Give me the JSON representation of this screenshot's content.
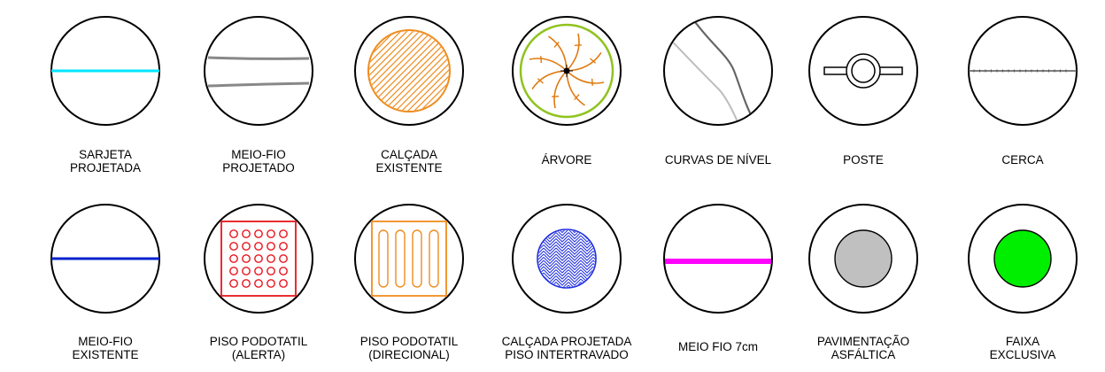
{
  "legend": {
    "rows": [
      [
        {
          "symbol": "sarjeta-projetada",
          "label": [
            "SARJETA",
            "PROJETADA"
          ],
          "color": "#00e5ff"
        },
        {
          "symbol": "meio-fio-projetado",
          "label": [
            "MEIO-FIO",
            "PROJETADO"
          ],
          "color": "#888888"
        },
        {
          "symbol": "calcada-existente",
          "label": [
            "CALÇADA",
            "EXISTENTE"
          ],
          "color": "#f08c1e"
        },
        {
          "symbol": "arvore",
          "label": [
            "ÁRVORE"
          ],
          "color": "#e07a10"
        },
        {
          "symbol": "curvas-de-nivel",
          "label": [
            "CURVAS DE NÍVEL"
          ],
          "color": "#808080"
        },
        {
          "symbol": "poste",
          "label": [
            "POSTE"
          ],
          "color": "#000000"
        },
        {
          "symbol": "cerca",
          "label": [
            "CERCA"
          ],
          "color": "#555555"
        }
      ],
      [
        {
          "symbol": "meio-fio-existente",
          "label": [
            "MEIO-FIO",
            "EXISTENTE"
          ],
          "color": "#0022cc"
        },
        {
          "symbol": "piso-podotatil-alerta",
          "label": [
            "PISO  PODOTATIL",
            "(ALERTA)"
          ],
          "color": "#e8141c"
        },
        {
          "symbol": "piso-podotatil-direcional",
          "label": [
            "PISO  PODOTATIL",
            "(DIRECIONAL)"
          ],
          "color": "#f08c1e"
        },
        {
          "symbol": "calcada-projetada",
          "label": [
            "CALÇADA PROJETADA",
            "PISO INTERTRAVADO"
          ],
          "color": "#1f2ee0"
        },
        {
          "symbol": "meio-fio-7cm",
          "label": [
            "MEIO FIO 7cm"
          ],
          "color": "#ff00ff"
        },
        {
          "symbol": "pavimentacao-asfaltica",
          "label": [
            "PAVIMENTAÇÃO",
            "ASFÁLTICA"
          ],
          "color": "#c0c0c0"
        },
        {
          "symbol": "faixa-exclusiva",
          "label": [
            "FAIXA",
            "EXCLUSIVA"
          ],
          "color": "#00ee00"
        }
      ]
    ]
  }
}
